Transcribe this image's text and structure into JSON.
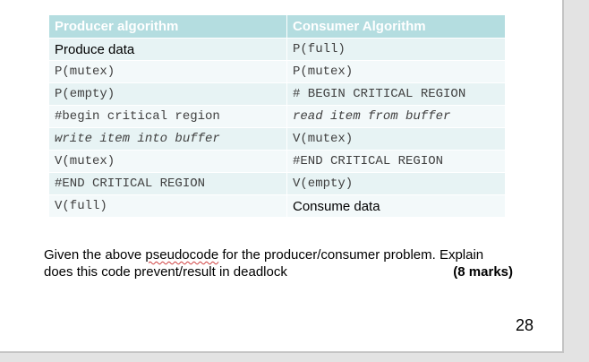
{
  "table": {
    "headers": [
      "Producer  algorithm",
      "Consumer Algorithm"
    ],
    "rows": [
      {
        "producer": "Produce data",
        "producer_style": "sans",
        "consumer": "P(full)",
        "consumer_style": "mono"
      },
      {
        "producer": "P(mutex)",
        "producer_style": "mono",
        "consumer": "P(mutex)",
        "consumer_style": "mono"
      },
      {
        "producer": "P(empty)",
        "producer_style": "mono",
        "consumer": "# BEGIN CRITICAL REGION",
        "consumer_style": "mono"
      },
      {
        "producer": "#begin critical region",
        "producer_style": "mono",
        "consumer": "read item from buffer",
        "consumer_style": "mono-italic"
      },
      {
        "producer": "write item into buffer",
        "producer_style": "mono-italic",
        "consumer": "V(mutex)",
        "consumer_style": "mono"
      },
      {
        "producer": "V(mutex)",
        "producer_style": "mono",
        "consumer": "#END CRITICAL REGION",
        "consumer_style": "mono"
      },
      {
        "producer": "#END CRITICAL REGION",
        "producer_style": "mono",
        "consumer": "V(empty)",
        "consumer_style": "mono"
      },
      {
        "producer": "V(full)",
        "producer_style": "mono",
        "consumer": "Consume data",
        "consumer_style": "sans"
      }
    ]
  },
  "question": {
    "text_before": "Given the above ",
    "misspelled_word": "pseudocode",
    "text_after": " for the producer/consumer problem. Explain does this code prevent/result in deadlock",
    "marks": "(8 marks)"
  },
  "page_number": "28",
  "colors": {
    "header_bg": "#b4dde0",
    "row_odd_bg": "#e7f3f4",
    "row_even_bg": "#f3f9fa",
    "surround_bg": "#e3e3e3"
  }
}
